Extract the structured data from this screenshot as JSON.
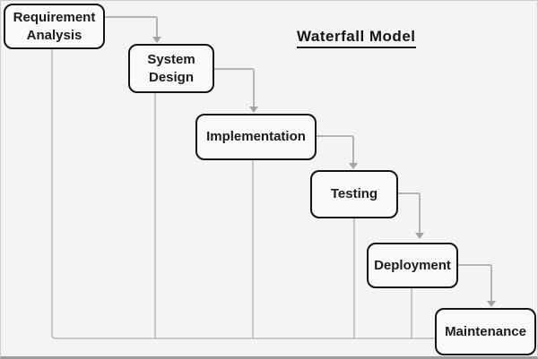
{
  "diagram": {
    "title": "Waterfall Model",
    "nodes": [
      {
        "id": "requirement-analysis",
        "label": "Requirement Analysis"
      },
      {
        "id": "system-design",
        "label": "System Design"
      },
      {
        "id": "implementation",
        "label": "Implementation"
      },
      {
        "id": "testing",
        "label": "Testing"
      },
      {
        "id": "deployment",
        "label": "Deployment"
      },
      {
        "id": "maintenance",
        "label": "Maintenance"
      }
    ],
    "flow_edges": [
      {
        "from": "requirement-analysis",
        "to": "system-design"
      },
      {
        "from": "system-design",
        "to": "implementation"
      },
      {
        "from": "implementation",
        "to": "testing"
      },
      {
        "from": "testing",
        "to": "deployment"
      },
      {
        "from": "deployment",
        "to": "maintenance"
      }
    ],
    "feedback_edges": [
      {
        "from": "requirement-analysis",
        "to": "maintenance"
      },
      {
        "from": "system-design",
        "to": "maintenance"
      },
      {
        "from": "implementation",
        "to": "maintenance"
      },
      {
        "from": "testing",
        "to": "maintenance"
      },
      {
        "from": "deployment",
        "to": "maintenance"
      }
    ],
    "colors": {
      "background": "#f4f4f3",
      "box_fill": "#f9f9f8",
      "box_border": "#141414",
      "text": "#1c1c1c",
      "flow_arrow": "#b4b4b4",
      "arrowhead": "#a3a3a3",
      "feedback_line": "#c2c2c2",
      "frame_border": "#cdcdcd",
      "frame_bottom": "#9b9b9b"
    }
  }
}
